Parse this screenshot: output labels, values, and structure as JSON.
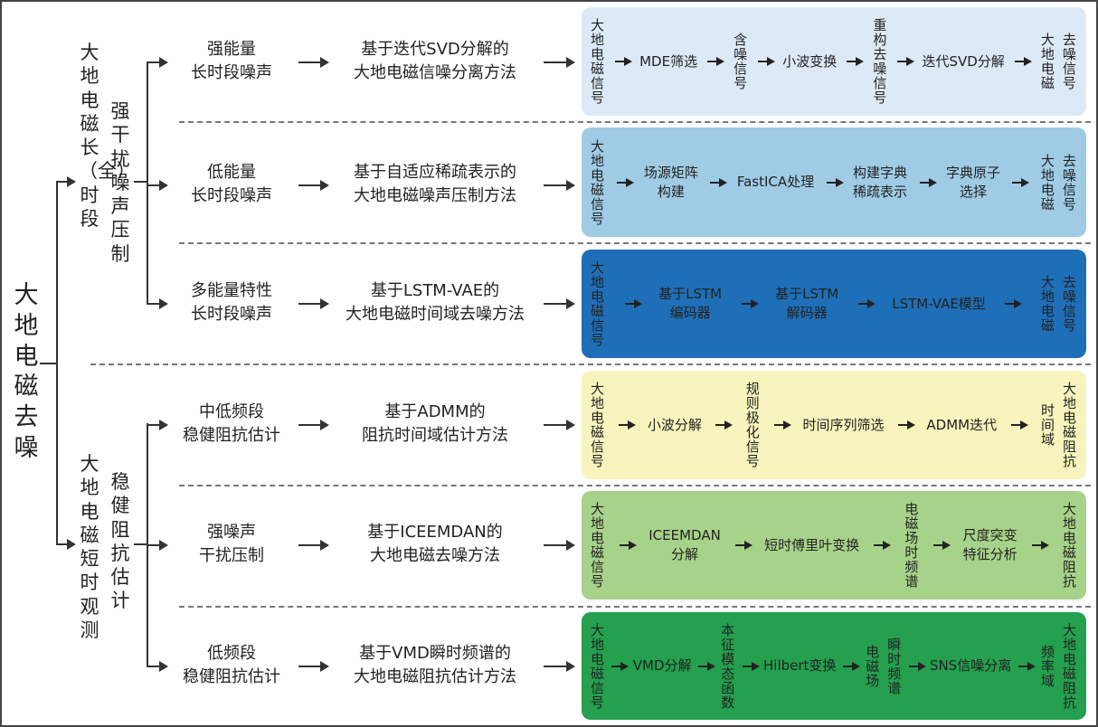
{
  "root": "大地电磁去噪",
  "branches": [
    {
      "col1": "大地电磁长（全）时段",
      "col2": "强干扰噪声压制"
    },
    {
      "col1": "大地电磁短时观测",
      "col2": "稳健阻抗估计"
    }
  ],
  "rows": [
    {
      "noise": "强能量\n长时段噪声",
      "method": "基于迭代SVD分解的\n大地电磁信噪分离方法",
      "color": "#dce9f6",
      "steps": [
        {
          "v": "大地电磁信号"
        },
        {
          "h": "MDE筛选"
        },
        {
          "v": "含噪信号"
        },
        {
          "h": "小波变换"
        },
        {
          "v": "重构去噪信号"
        },
        {
          "h": "迭代SVD分解"
        },
        {
          "pair": [
            "大地电磁",
            "去噪信号"
          ]
        }
      ]
    },
    {
      "noise": "低能量\n长时段噪声",
      "method": "基于自适应稀疏表示的\n大地电磁噪声压制方法",
      "color": "#9fcbe5",
      "steps": [
        {
          "v": "大地电磁信号"
        },
        {
          "h": "场源矩阵\n构建"
        },
        {
          "h": "FastICA处理"
        },
        {
          "h": "构建字典\n稀疏表示"
        },
        {
          "h": "字典原子\n选择"
        },
        {
          "pair": [
            "大地电磁",
            "去噪信号"
          ]
        }
      ]
    },
    {
      "noise": "多能量特性\n长时段噪声",
      "method": "基于LSTM-VAE的\n大地电磁时间域去噪方法",
      "color": "#1f6fb8",
      "steps": [
        {
          "v": "大地电磁信号"
        },
        {
          "h": "基于LSTM\n编码器"
        },
        {
          "h": "基于LSTM\n解码器"
        },
        {
          "h": "LSTM-VAE模型"
        },
        {
          "pair": [
            "大地电磁",
            "去噪信号"
          ]
        }
      ]
    },
    {
      "noise": "中低频段\n稳健阻抗估计",
      "method": "基于ADMM的\n阻抗时间域估计方法",
      "color": "#f7f4bd",
      "steps": [
        {
          "v": "大地电磁信号"
        },
        {
          "h": "小波分解"
        },
        {
          "v": "规则极化信号"
        },
        {
          "h": "时间序列筛选"
        },
        {
          "h": "ADMM迭代"
        },
        {
          "pair": [
            "时间域",
            "大地电磁阻抗"
          ]
        }
      ]
    },
    {
      "noise": "强噪声\n干扰压制",
      "method": "基于ICEEMDAN的\n大地电磁去噪方法",
      "color": "#a7d28a",
      "steps": [
        {
          "v": "大地电磁信号"
        },
        {
          "h": "ICEEMDAN\n分解"
        },
        {
          "h": "短时傅里叶变换"
        },
        {
          "v": "电磁场时频谱"
        },
        {
          "h": "尺度突变\n特征分析"
        },
        {
          "v": "大地电磁阻抗"
        }
      ]
    },
    {
      "noise": "低频段\n稳健阻抗估计",
      "method": "基于VMD瞬时频谱的\n大地电磁阻抗估计方法",
      "color": "#24a04e",
      "steps": [
        {
          "v": "大地电磁信号"
        },
        {
          "h": "VMD分解"
        },
        {
          "v": "本征模态函数"
        },
        {
          "h": "Hilbert变换"
        },
        {
          "pair": [
            "电磁场",
            "瞬时频谱"
          ]
        },
        {
          "h": "SNS信噪分离"
        },
        {
          "pair": [
            "频率域",
            "大地电磁阻抗"
          ]
        }
      ]
    }
  ]
}
